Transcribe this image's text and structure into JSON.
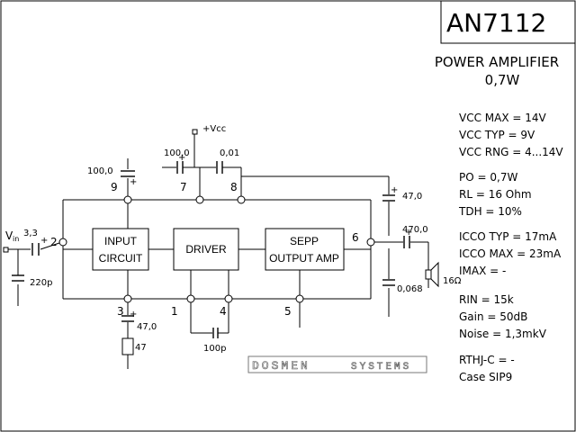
{
  "header": {
    "part_number": "AN7112",
    "subtitle_line1": "POWER AMPLIFIER",
    "subtitle_line2": "0,7W"
  },
  "schematic": {
    "blocks": {
      "input": [
        "INPUT",
        "CIRCUIT"
      ],
      "driver": "DRIVER",
      "output": [
        "SEPP",
        "OUTPUT AMP"
      ]
    },
    "pins": {
      "p1": "1",
      "p2": "2",
      "p3": "3",
      "p4": "4",
      "p5": "5",
      "p6": "6",
      "p7": "7",
      "p8": "8",
      "p9": "9"
    },
    "supply_label": "+Vcc",
    "input_label": "V",
    "input_sub": "in",
    "components": {
      "c_in": "3,3",
      "c_in_shunt": "220p",
      "c_pin9": "100,0",
      "c_pin7": "100,0",
      "c_pin8": "0,01",
      "c_pin3": "47,0",
      "r_pin3": "47",
      "c_pin1_4": "100p",
      "c_vcc_bypass": "47,0",
      "c_out": "470,0",
      "c_zobel": "0,068",
      "speaker": "16Ω"
    },
    "brand_left": "DOSMEN",
    "brand_right": "SYSTEMS"
  },
  "specs": [
    {
      "key": "vcc_max",
      "text": "VCC MAX = 14V"
    },
    {
      "key": "vcc_typ",
      "text": "VCC TYP = 9V"
    },
    {
      "key": "vcc_rng",
      "text": "VCC RNG = 4...14V"
    },
    {
      "key": "po",
      "text": "PO = 0,7W"
    },
    {
      "key": "rl",
      "text": "RL = 16 Ohm"
    },
    {
      "key": "tdh",
      "text": "TDH = 10%"
    },
    {
      "key": "icco_typ",
      "text": "ICCO TYP = 17mA"
    },
    {
      "key": "icco_max",
      "text": "ICCO MAX = 23mA"
    },
    {
      "key": "imax",
      "text": "IMAX = -"
    },
    {
      "key": "rin",
      "text": "RIN = 15k"
    },
    {
      "key": "gain",
      "text": "Gain = 50dB"
    },
    {
      "key": "noise",
      "text": "Noise = 1,3mkV"
    },
    {
      "key": "rthj",
      "text": "RTHJ-C = -"
    },
    {
      "key": "case",
      "text": "Case SIP9"
    }
  ]
}
